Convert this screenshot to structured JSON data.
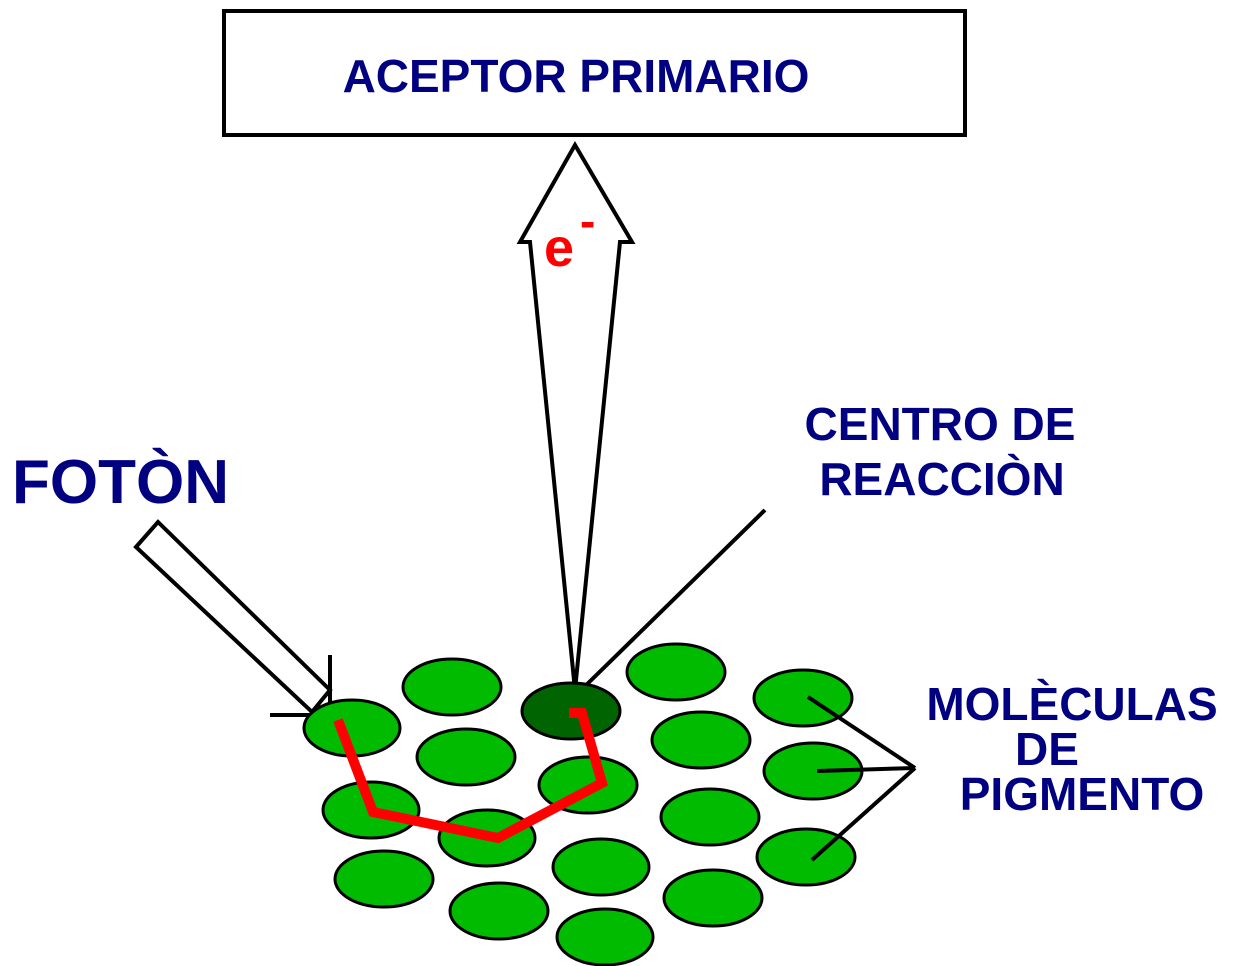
{
  "acceptor_box": {
    "label": "ACEPTOR PRIMARIO"
  },
  "electron": {
    "symbol": "e",
    "charge": "-"
  },
  "photon": {
    "label": "FOTÒN"
  },
  "reaction_center": {
    "label_line1": "CENTRO DE",
    "label_line2": "REACCIÒN"
  },
  "pigments": {
    "label_line1": "MOLÈCULAS",
    "label_line2": "DE",
    "label_line3": "PIGMENTO"
  },
  "colors": {
    "label_text": "#000080",
    "electron_text": "#ff0000",
    "pigment_fill": "#00bb00",
    "reaction_center_fill": "#006400",
    "energy_path": "#ff0000",
    "outline": "#000000"
  }
}
